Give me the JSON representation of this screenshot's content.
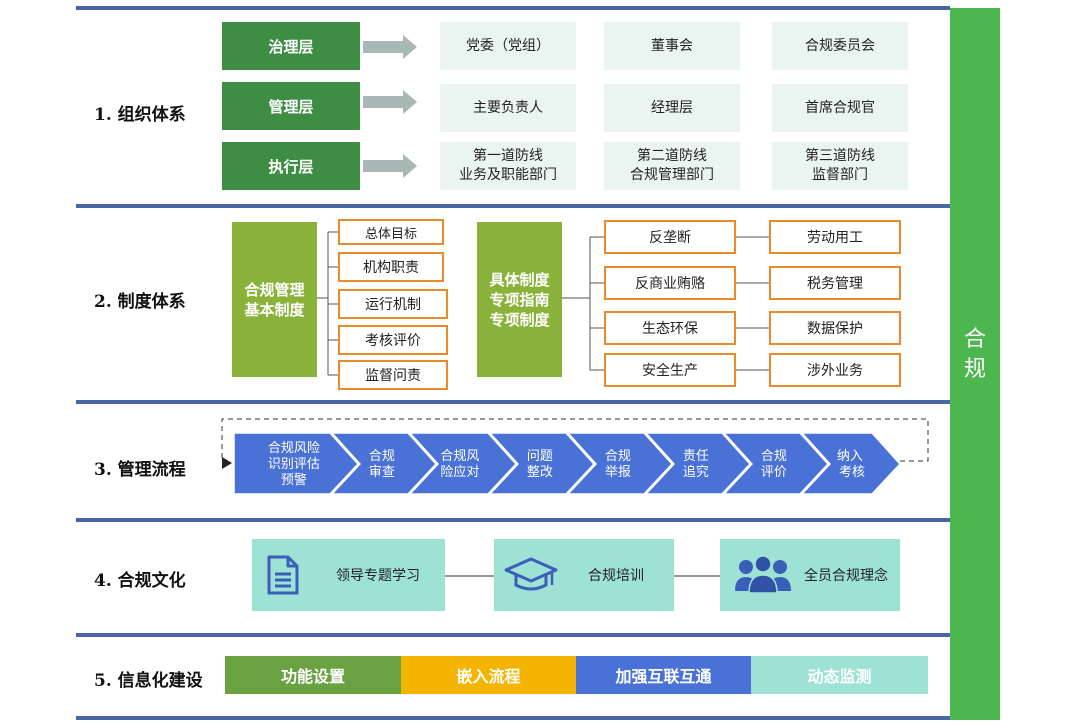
{
  "side_label": [
    "合",
    "规"
  ],
  "section1": {
    "title": "1. 组织体系",
    "rows": [
      {
        "label": "治理层",
        "items": [
          "党委（党组）",
          "董事会",
          "合规委员会"
        ]
      },
      {
        "label": "管理层",
        "items": [
          "主要负责人",
          "经理层",
          "首席合规官"
        ]
      },
      {
        "label": "执行层",
        "items": [
          "第一道防线\n业务及职能部门",
          "第二道防线\n合规管理部门",
          "第三道防线\n监督部门"
        ]
      }
    ]
  },
  "section2": {
    "title": "2. 制度体系",
    "basic": "合规管理\n基本制度",
    "basic_items": [
      "总体目标",
      "机构职责",
      "运行机制",
      "考核评价",
      "监督问责"
    ],
    "specific": "具体制度\n专项指南\n专项制度",
    "specific_pairs": [
      [
        "反垄断",
        "劳动用工"
      ],
      [
        "反商业贿赂",
        "税务管理"
      ],
      [
        "生态环保",
        "数据保护"
      ],
      [
        "安全生产",
        "涉外业务"
      ]
    ]
  },
  "section3": {
    "title": "3. 管理流程",
    "steps": [
      [
        "合规风险",
        "识别评估",
        "预警"
      ],
      [
        "合规",
        "审查"
      ],
      [
        "合规风",
        "险应对"
      ],
      [
        "问题",
        "整改"
      ],
      [
        "合规",
        "举报"
      ],
      [
        "责任",
        "追究"
      ],
      [
        "合规",
        "评价"
      ],
      [
        "纳入",
        "考核"
      ]
    ]
  },
  "section4": {
    "title": "4. 合规文化",
    "items": [
      {
        "label": "领导专题学习",
        "icon": "document-icon"
      },
      {
        "label": "合规培训",
        "icon": "graduation-cap-icon"
      },
      {
        "label": "全员合规理念",
        "icon": "people-group-icon"
      }
    ]
  },
  "section5": {
    "title": "5. 信息化建设",
    "items": [
      {
        "label": "功能设置",
        "color": "#6aa141"
      },
      {
        "label": "嵌入流程",
        "color": "#f5b400"
      },
      {
        "label": "加强互联互通",
        "color": "#4a72d6"
      },
      {
        "label": "动态监测",
        "color": "#9ee2d6"
      }
    ]
  },
  "colors": {
    "divider": "#4a64a8",
    "side": "#4db64f",
    "dark_green": "#3e8d45",
    "olive": "#8ab23b",
    "orange": "#e98a2b",
    "process_blue": "#4a72d6",
    "teal": "#9ee2d6"
  }
}
